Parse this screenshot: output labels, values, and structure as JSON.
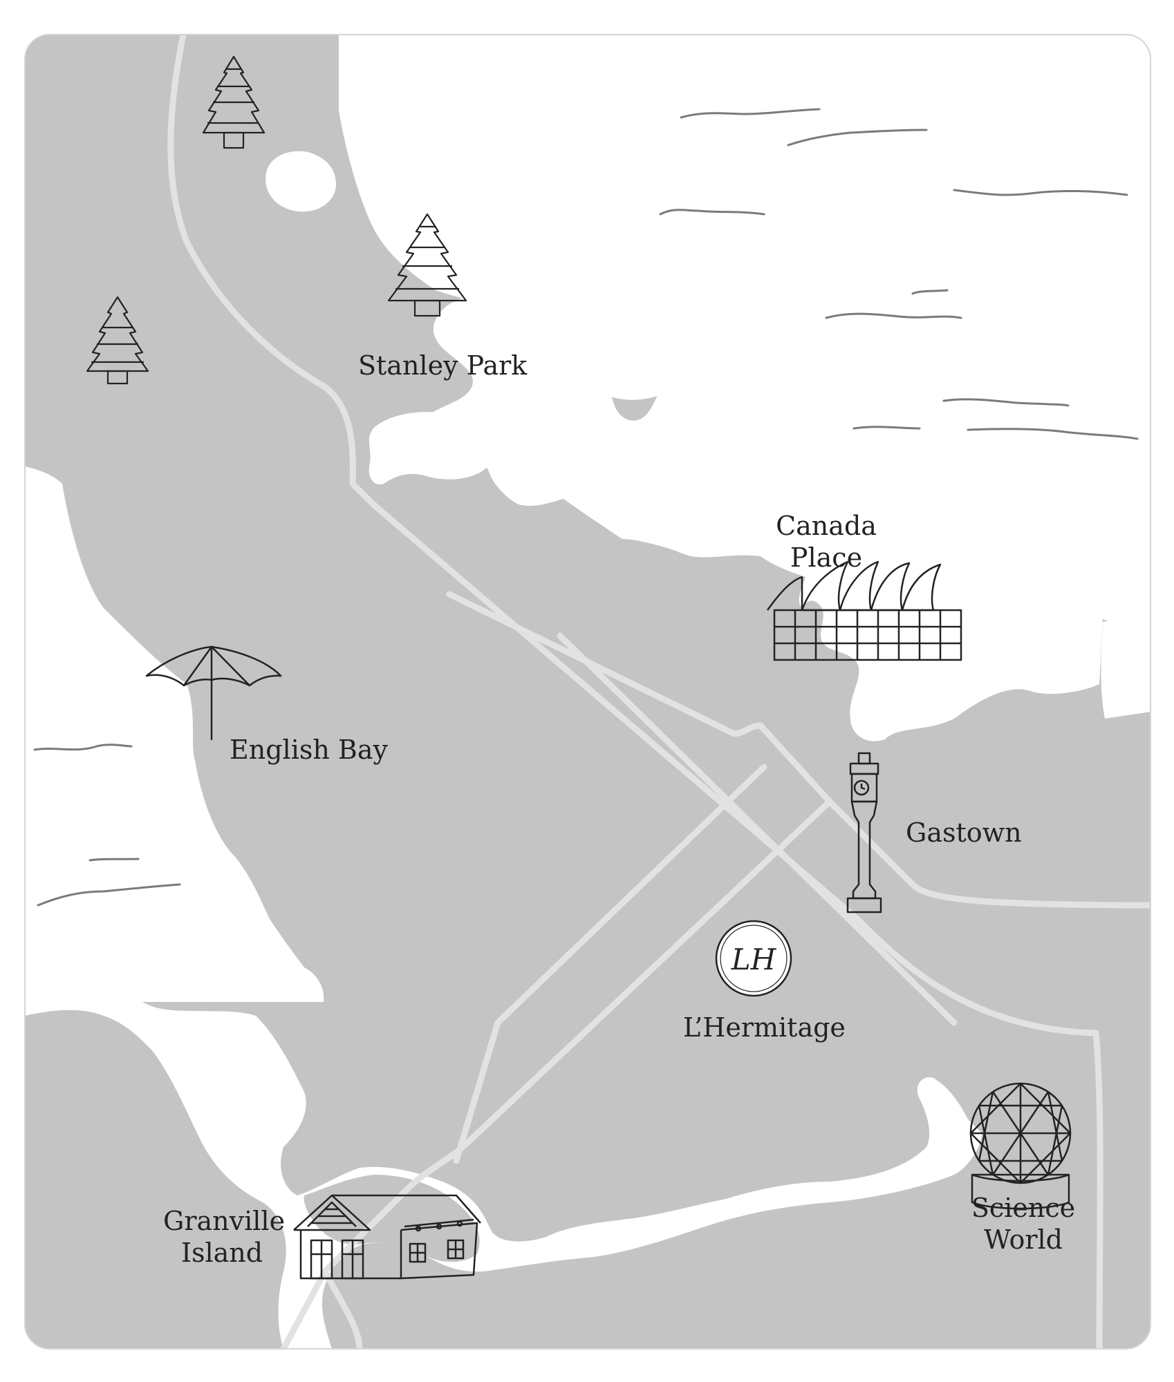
{
  "colors": {
    "land": "#c4c4c4",
    "water": "#ffffff",
    "road": "#e2e2e2",
    "ink": "#222222",
    "wave": "#7a7a7a"
  },
  "icons": {
    "stanley_park": "pine-tree-icon",
    "canada_place": "sails-building-icon",
    "english_bay": "beach-umbrella-icon",
    "gastown": "steam-clock-icon",
    "lhermitage": "hotel-monogram-icon",
    "science_world": "geodesic-dome-icon",
    "granville_island": "market-building-icon"
  },
  "places": {
    "stanley_park": {
      "label": "Stanley Park"
    },
    "canada_place": {
      "line1": "Canada",
      "line2": "Place"
    },
    "english_bay": {
      "label": "English Bay"
    },
    "gastown": {
      "label": "Gastown"
    },
    "lhermitage": {
      "label": "L’Hermitage",
      "monogram": "LH"
    },
    "science_world": {
      "line1": "Science",
      "line2": "World"
    },
    "granville_island": {
      "line1": "Granville",
      "line2": "Island"
    }
  }
}
